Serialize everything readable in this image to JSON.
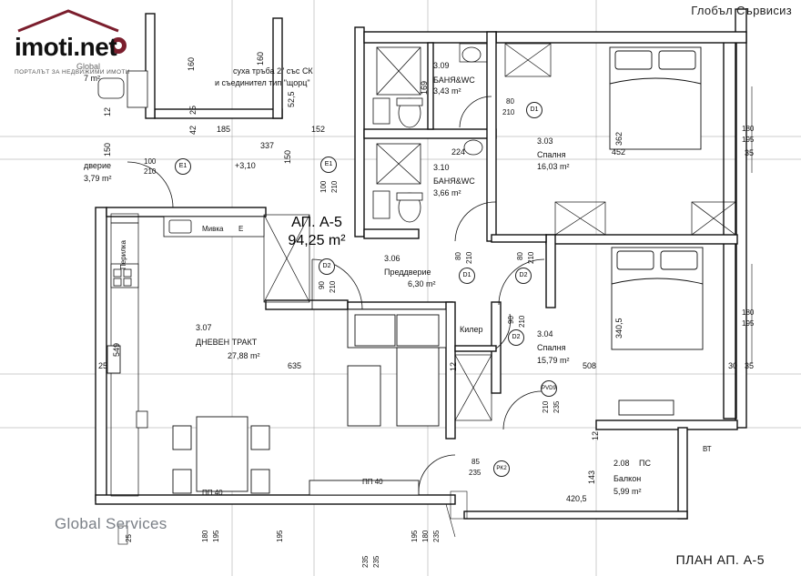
{
  "header": {
    "company": "Глобъл Сървисиз",
    "plan_title": "ПЛАН АП. А-5"
  },
  "logo": {
    "brand": "imoti.net",
    "tagline": "ПОРТАЛЪТ ЗА НЕДВИЖИМИ ИМОТИ",
    "mark": "Global"
  },
  "watermark": {
    "text": "Global Services"
  },
  "apartment": {
    "code": "АП. А-5",
    "area": "94,25 m²"
  },
  "rooms": {
    "bath1": {
      "num": "3.09",
      "name": "БАНЯ&WC",
      "area": "3,43 m²"
    },
    "bath2": {
      "num": "3.10",
      "name": "БАНЯ&WC",
      "area": "3,66 m²"
    },
    "bed1": {
      "num": "3.03",
      "name": "Спалня",
      "area": "16,03 m²"
    },
    "bed2": {
      "num": "3.04",
      "name": "Спалня",
      "area": "15,79 m²"
    },
    "hall": {
      "num": "3.06",
      "name": "Преддверие",
      "area": "6,30 m²"
    },
    "living": {
      "num": "3.07",
      "name": "ДНЕВЕН ТРАКТ",
      "area": "27,88 m²"
    },
    "balcony": {
      "num": "2.08",
      "name": "Балкон",
      "area": "5,99 m²"
    },
    "entry": {
      "name": "дверие",
      "area": "3,79 m²"
    },
    "storage": {
      "name": "Килер"
    },
    "wc_cut": {
      "area": "7 m²"
    }
  },
  "notes": {
    "pipe1": "суха тръба 2\" със СК",
    "pipe2": "и съединител тип \"щорц\"",
    "level": "+3,10",
    "ps": "ПС",
    "vt": "ВТ",
    "kitchen1": "Мивка",
    "kitchen2": "Е",
    "kitchen3": "Перилка"
  },
  "dims": {
    "d160a": "160",
    "d160b": "160",
    "d525": "52,5",
    "d185": "185",
    "d152": "152",
    "d337": "337",
    "d42": "42",
    "d25a": "25",
    "d150a": "150",
    "d150b": "150",
    "d12a": "12",
    "d169": "169",
    "d224": "224",
    "d362": "362",
    "d452": "452",
    "d180a": "180",
    "d195a": "195",
    "d35a": "35",
    "d100a": "100",
    "d210a": "210",
    "d100b": "100",
    "d210b": "210",
    "d80a": "80",
    "d210c": "210",
    "d90a": "90",
    "d210d": "210",
    "d80b": "80",
    "d210e": "210",
    "d80c": "80",
    "d210f": "210",
    "d90b": "90",
    "d210g": "210",
    "d3405": "340,5",
    "d508": "508",
    "d180b": "180",
    "d195b": "195",
    "d30": "30",
    "d35b": "35",
    "d549": "549",
    "d25b": "25",
    "d635": "635",
    "d12b": "12",
    "d210h": "210",
    "d235a": "235",
    "d85": "85",
    "d235b": "235",
    "d143": "143",
    "d4205": "420,5",
    "d12c": "12",
    "d25c": "25",
    "d180c": "180",
    "d195c": "195",
    "d195d": "195",
    "d235c": "235",
    "d235d": "235",
    "d195e": "195",
    "d180d": "180",
    "d235e": "235",
    "d40a": "ПП 40",
    "d40b": "ПП 40"
  },
  "door_codes": {
    "d1a": "D1",
    "e1a": "E1",
    "e1b": "E1",
    "d2a": "D2",
    "d1b": "D1",
    "d2b": "D2",
    "d2c": "D2",
    "pvd": "PVD9",
    "pk": "PK2"
  }
}
